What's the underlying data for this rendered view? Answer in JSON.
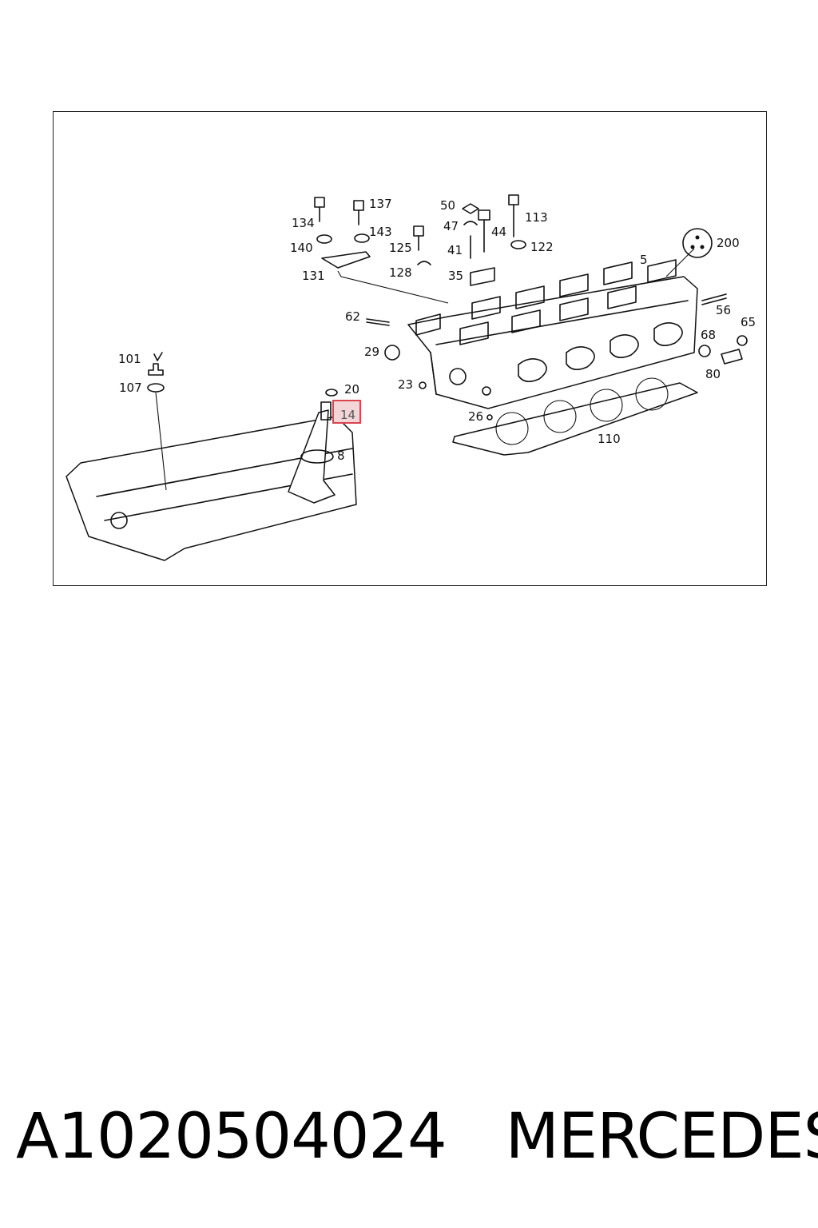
{
  "diagram": {
    "callouts": [
      "134",
      "137",
      "140",
      "143",
      "131",
      "50",
      "47",
      "44",
      "113",
      "41",
      "125",
      "122",
      "128",
      "35",
      "5",
      "200",
      "62",
      "56",
      "65",
      "29",
      "68",
      "80",
      "101",
      "107",
      "20",
      "14",
      "23",
      "26",
      "110",
      "8"
    ],
    "highlighted_callout": "14",
    "highlight_color": "#d9454f",
    "line_color": "#111111"
  },
  "footer": {
    "part_number": "A1020504024",
    "brand": "MERCEDES"
  }
}
